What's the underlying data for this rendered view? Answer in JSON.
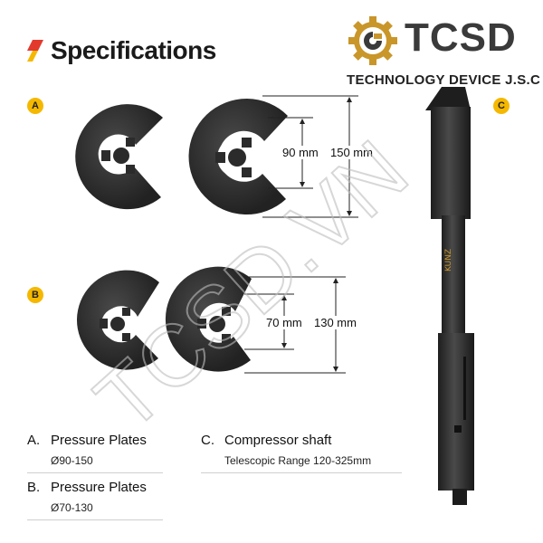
{
  "header": {
    "title": "Specifications"
  },
  "logo": {
    "name": "TCSD",
    "tagline": "TECHNOLOGY DEVICE J.S.C"
  },
  "badges": {
    "a": "A",
    "b": "B",
    "c": "C"
  },
  "dimensions": {
    "a_inner": "90 mm",
    "a_outer": "150 mm",
    "b_inner": "70 mm",
    "b_outer": "130 mm"
  },
  "captions": {
    "a": {
      "letter": "A.",
      "title": "Pressure Plates",
      "sub": "Ø90-150"
    },
    "b": {
      "letter": "B.",
      "title": "Pressure Plates",
      "sub": "Ø70-130"
    },
    "c": {
      "letter": "C.",
      "title": "Compressor shaft",
      "sub": "Telescopic Range 120-325mm"
    }
  },
  "shaft_marking": "KUNZ",
  "watermark": "TCSD.VN",
  "colors": {
    "accent_yellow": "#f5b800",
    "accent_red": "#e23b2e",
    "part_dark": "#2b2b2b",
    "logo_gold": "#c9962a"
  }
}
